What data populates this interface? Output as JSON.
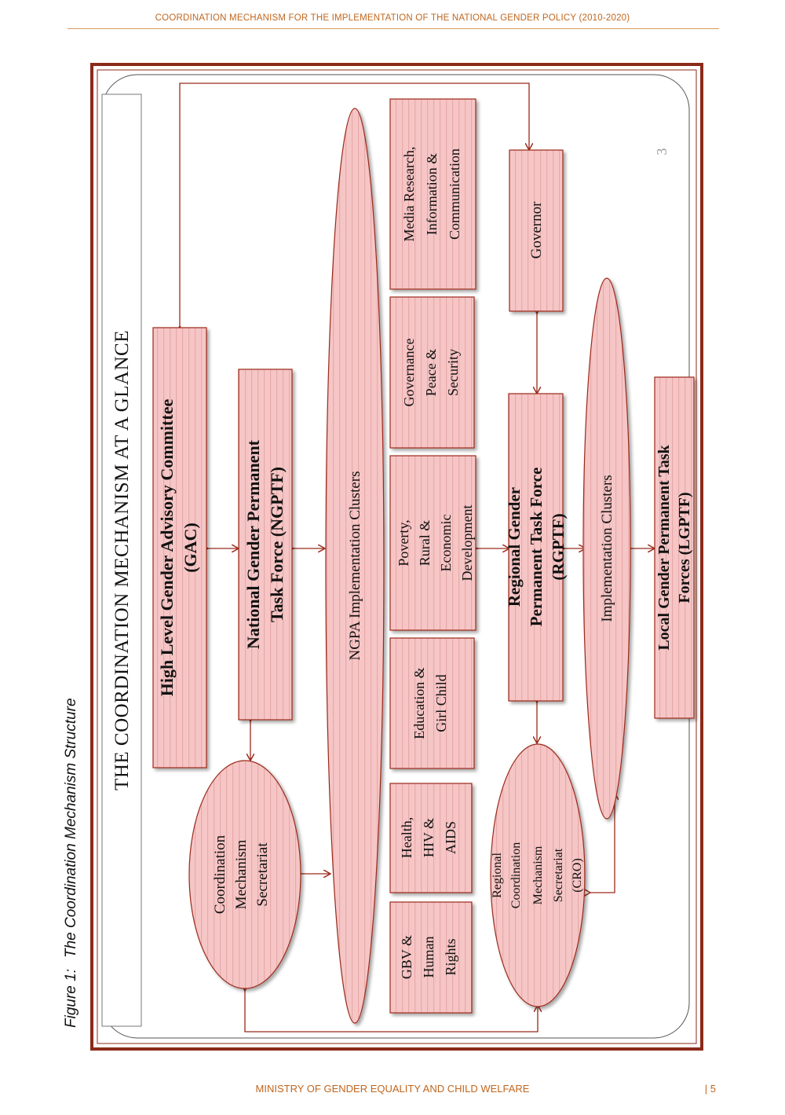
{
  "header": "COORDINATION MECHANISM FOR THE IMPLEMENTATION OF THE NATIONAL GENDER POLICY (2010-2020)",
  "caption": {
    "number": "Figure 1:",
    "text": "The Coordination Mechanism Structure"
  },
  "diagram": {
    "title": "THE COORDINATION MECHANISM AT A GLANCE",
    "page_marker": "3",
    "nodes": {
      "gac": [
        "High Level Gender Advisory Committee",
        "(GAC)"
      ],
      "ngptf": [
        "National Gender Permanent",
        "Task Force (NGPTF)"
      ],
      "cms": [
        "Coordination",
        "Mechanism",
        "Secretariat"
      ],
      "ngpa": "NGPA Implementation Clusters",
      "clusters": [
        [
          "GBV &",
          "Human",
          "Rights"
        ],
        [
          "Health,",
          "HIV &",
          "AIDS"
        ],
        [
          "Education &",
          "Girl Child"
        ],
        [
          "Poverty,",
          "Rural &",
          "Economic",
          "Development"
        ],
        [
          "Governance",
          "Peace &",
          "Security"
        ],
        [
          "Media Research,",
          "Information &",
          "Communication"
        ]
      ],
      "rcms": [
        "Regional",
        "Coordination",
        "Mechanism",
        "Secretariat",
        "(CRO)"
      ],
      "rgptf": [
        "Regional Gender",
        "Permanent Task Force",
        "(RGPTF)"
      ],
      "governor": "Governor",
      "impl": "Implementation Clusters",
      "lgptf": [
        "Local Gender Permanent Task",
        "Forces (LGPTF)"
      ]
    },
    "colors": {
      "fill": "#f4c3c3",
      "stroke": "#9b2a1a",
      "border": "#8b2a1a"
    }
  },
  "footer": {
    "ministry": "MINISTRY OF GENDER EQUALITY AND CHILD WELFARE",
    "page": "| 5"
  }
}
